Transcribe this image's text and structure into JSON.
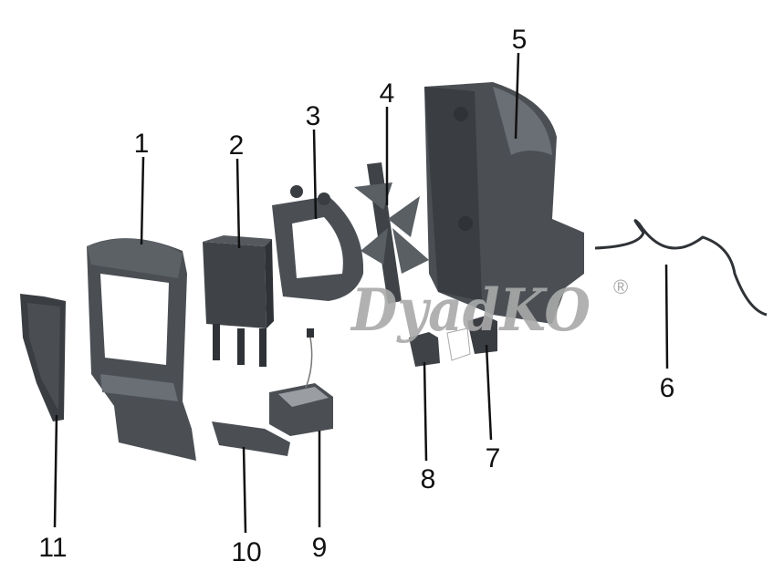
{
  "diagram": {
    "watermark": "DyadKO",
    "registered_mark": "®",
    "colors": {
      "part": "#4b4f54",
      "part_dark": "#2f3236",
      "part_light": "#6a6f75",
      "watermark": "#a9a9a9"
    },
    "labels": [
      "1",
      "2",
      "3",
      "4",
      "5",
      "6",
      "7",
      "8",
      "9",
      "10",
      "11"
    ]
  }
}
